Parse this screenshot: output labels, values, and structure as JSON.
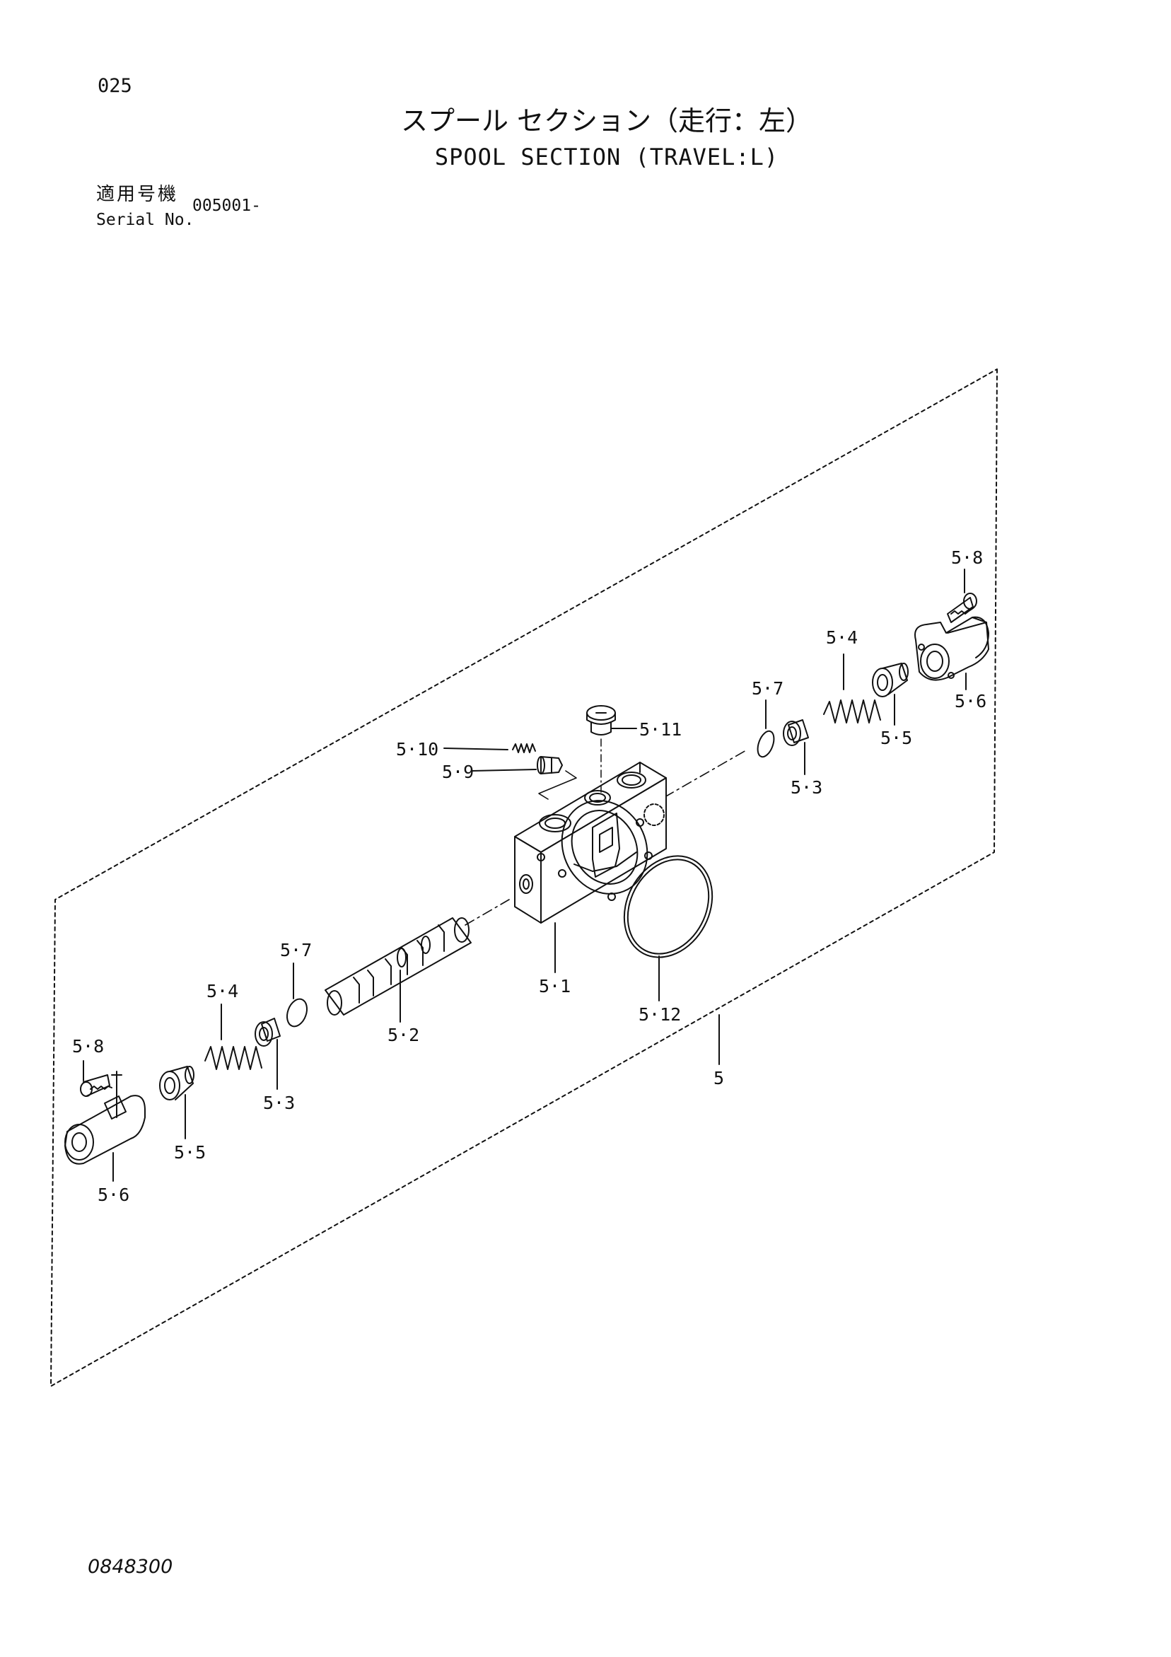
{
  "header": {
    "page_number": "025",
    "title_ja": "スプール セクション（走行：左）",
    "title_en": "SPOOL SECTION (TRAVEL:L)",
    "serial_label_ja": "適用号機",
    "serial_label_en": "Serial No.",
    "serial_value": "005001-"
  },
  "footer": {
    "doc_code": "0848300"
  },
  "callouts": {
    "c_5_8_right": "5·8",
    "c_5_4_right": "5·4",
    "c_5_7_right": "5·7",
    "c_5_11": "5·11",
    "c_5_10": "5·10",
    "c_5_9": "5·9",
    "c_5_6_right": "5·6",
    "c_5_5_right": "5·5",
    "c_5_3_right": "5·3",
    "c_5_7_left": "5·7",
    "c_5_4_left": "5·4",
    "c_5_8_left": "5·8",
    "c_5_3_left": "5·3",
    "c_5_5_left": "5·5",
    "c_5_6_left": "5·6",
    "c_5_2": "5·2",
    "c_5_1": "5·1",
    "c_5_12": "5·12",
    "c_5": "5"
  }
}
